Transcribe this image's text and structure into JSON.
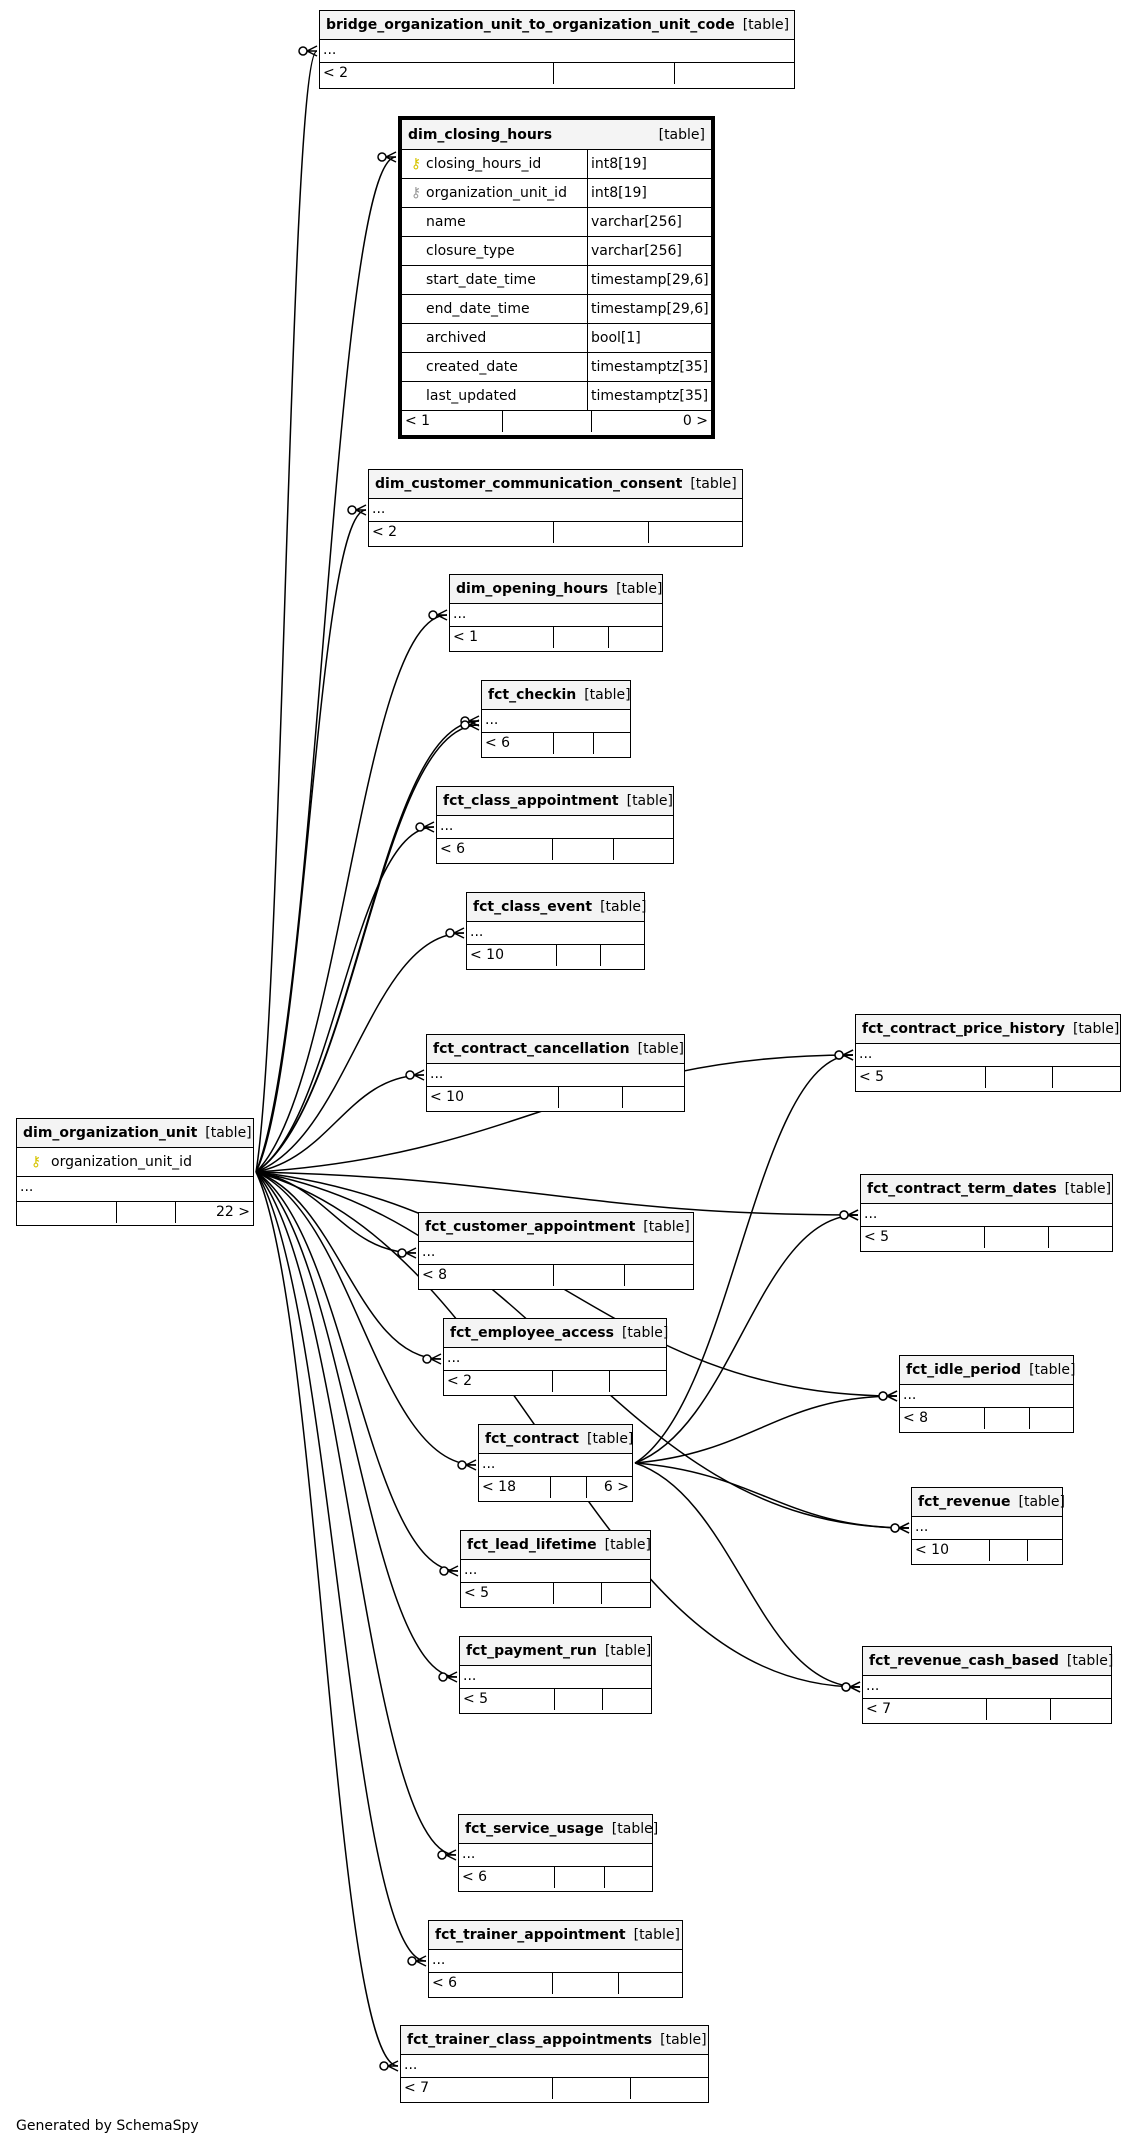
{
  "diagram": {
    "footer_note": "Generated by SchemaSpy",
    "type_label": "[table]",
    "ellipsis": "...",
    "key_icon": "key-icon",
    "colors": {
      "line": "#000000",
      "header_bg": "#f4f4f4",
      "primary_key": "#d6c400",
      "foreign_key": "#9a9a9a"
    }
  },
  "tables": {
    "bridge": {
      "name": "bridge_organization_unit_to_organization_unit_code",
      "footer": [
        "< 2",
        "",
        ""
      ]
    },
    "closing_hours": {
      "name": "dim_closing_hours",
      "columns": [
        {
          "name": "closing_hours_id",
          "type": "int8[19]",
          "key": "primary"
        },
        {
          "name": "organization_unit_id",
          "type": "int8[19]",
          "key": "foreign"
        },
        {
          "name": "name",
          "type": "varchar[256]",
          "key": ""
        },
        {
          "name": "closure_type",
          "type": "varchar[256]",
          "key": ""
        },
        {
          "name": "start_date_time",
          "type": "timestamp[29,6]",
          "key": ""
        },
        {
          "name": "end_date_time",
          "type": "timestamp[29,6]",
          "key": ""
        },
        {
          "name": "archived",
          "type": "bool[1]",
          "key": ""
        },
        {
          "name": "created_date",
          "type": "timestamptz[35]",
          "key": ""
        },
        {
          "name": "last_updated",
          "type": "timestamptz[35]",
          "key": ""
        }
      ],
      "footer": [
        "< 1",
        "",
        "0 >"
      ]
    },
    "comm_consent": {
      "name": "dim_customer_communication_consent",
      "footer": [
        "< 2",
        "",
        ""
      ]
    },
    "opening_hours": {
      "name": "dim_opening_hours",
      "footer": [
        "< 1",
        "",
        ""
      ]
    },
    "checkin": {
      "name": "fct_checkin",
      "footer": [
        "< 6",
        "",
        ""
      ]
    },
    "class_appointment": {
      "name": "fct_class_appointment",
      "footer": [
        "< 6",
        "",
        ""
      ]
    },
    "class_event": {
      "name": "fct_class_event",
      "footer": [
        "< 10",
        "",
        ""
      ]
    },
    "contract_cancellation": {
      "name": "fct_contract_cancellation",
      "footer": [
        "< 10",
        "",
        ""
      ]
    },
    "org_unit": {
      "name": "dim_organization_unit",
      "pk_column": "organization_unit_id",
      "footer": [
        "",
        "",
        "22 >"
      ]
    },
    "customer_appointment": {
      "name": "fct_customer_appointment",
      "footer": [
        "< 8",
        "",
        ""
      ]
    },
    "employee_access": {
      "name": "fct_employee_access",
      "footer": [
        "< 2",
        "",
        ""
      ]
    },
    "contract": {
      "name": "fct_contract",
      "footer": [
        "< 18",
        "",
        "6 >"
      ]
    },
    "lead_lifetime": {
      "name": "fct_lead_lifetime",
      "footer": [
        "< 5",
        "",
        ""
      ]
    },
    "payment_run": {
      "name": "fct_payment_run",
      "footer": [
        "< 5",
        "",
        ""
      ]
    },
    "service_usage": {
      "name": "fct_service_usage",
      "footer": [
        "< 6",
        "",
        ""
      ]
    },
    "trainer_appointment": {
      "name": "fct_trainer_appointment",
      "footer": [
        "< 6",
        "",
        ""
      ]
    },
    "trainer_class_appts": {
      "name": "fct_trainer_class_appointments",
      "footer": [
        "< 7",
        "",
        ""
      ]
    },
    "price_history": {
      "name": "fct_contract_price_history",
      "footer": [
        "< 5",
        "",
        ""
      ]
    },
    "term_dates": {
      "name": "fct_contract_term_dates",
      "footer": [
        "< 5",
        "",
        ""
      ]
    },
    "idle_period": {
      "name": "fct_idle_period",
      "footer": [
        "< 8",
        "",
        ""
      ]
    },
    "revenue": {
      "name": "fct_revenue",
      "footer": [
        "< 10",
        "",
        ""
      ]
    },
    "revenue_cash": {
      "name": "fct_revenue_cash_based",
      "footer": [
        "< 7",
        "",
        ""
      ]
    }
  },
  "relationships": [
    {
      "from": "org_unit",
      "to": "bridge"
    },
    {
      "from": "org_unit",
      "to": "closing_hours"
    },
    {
      "from": "org_unit",
      "to": "comm_consent"
    },
    {
      "from": "org_unit",
      "to": "opening_hours"
    },
    {
      "from": "org_unit",
      "to": "checkin"
    },
    {
      "from": "org_unit",
      "to": "checkin"
    },
    {
      "from": "org_unit",
      "to": "class_appointment"
    },
    {
      "from": "org_unit",
      "to": "class_event"
    },
    {
      "from": "org_unit",
      "to": "contract_cancellation"
    },
    {
      "from": "org_unit",
      "to": "customer_appointment"
    },
    {
      "from": "org_unit",
      "to": "employee_access"
    },
    {
      "from": "org_unit",
      "to": "contract"
    },
    {
      "from": "org_unit",
      "to": "lead_lifetime"
    },
    {
      "from": "org_unit",
      "to": "payment_run"
    },
    {
      "from": "org_unit",
      "to": "service_usage"
    },
    {
      "from": "org_unit",
      "to": "trainer_appointment"
    },
    {
      "from": "org_unit",
      "to": "trainer_class_appts"
    },
    {
      "from": "org_unit",
      "to": "price_history"
    },
    {
      "from": "org_unit",
      "to": "term_dates"
    },
    {
      "from": "org_unit",
      "to": "idle_period"
    },
    {
      "from": "org_unit",
      "to": "revenue"
    },
    {
      "from": "org_unit",
      "to": "revenue_cash"
    },
    {
      "from": "contract",
      "to": "price_history"
    },
    {
      "from": "contract",
      "to": "term_dates"
    },
    {
      "from": "contract",
      "to": "idle_period"
    },
    {
      "from": "contract",
      "to": "revenue"
    },
    {
      "from": "contract",
      "to": "revenue_cash"
    }
  ]
}
